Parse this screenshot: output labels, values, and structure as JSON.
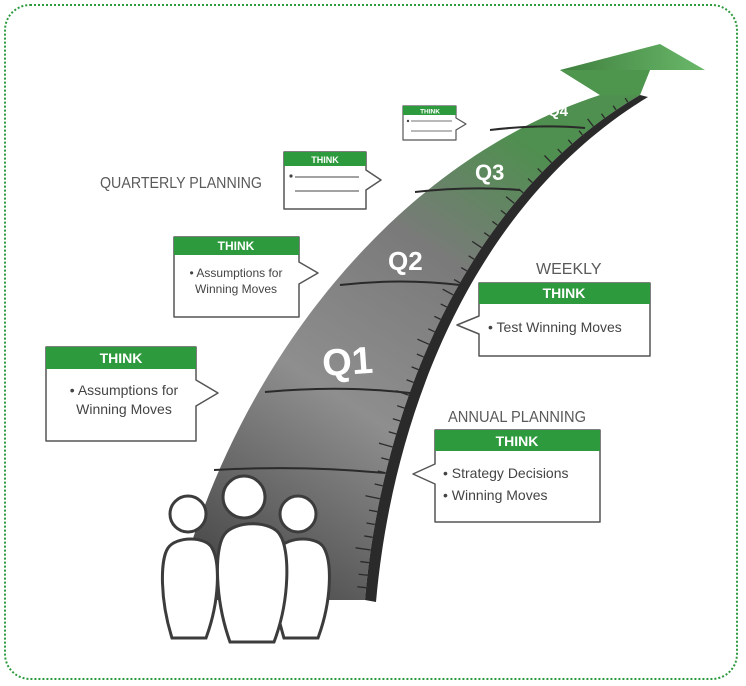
{
  "labels": {
    "quarterly": "QUARTERLY PLANNING",
    "weekly": "WEEKLY",
    "annual": "ANNUAL PLANNING"
  },
  "quarters": [
    "Q1",
    "Q2",
    "Q3",
    "Q4"
  ],
  "bubbles": [
    {
      "title": "THINK",
      "lines": [
        "• Assumptions for",
        "Winning Moves"
      ]
    },
    {
      "title": "THINK",
      "lines": [
        "• Assumptions for",
        "Winning Moves"
      ]
    },
    {
      "title": "THINK",
      "lines": []
    },
    {
      "title": "THINK",
      "lines": []
    },
    {
      "title": "THINK",
      "lines": [
        "• Test Winning Moves"
      ]
    },
    {
      "title": "THINK",
      "lines": [
        "• Strategy Decisions",
        "• Winning Moves"
      ]
    }
  ],
  "colors": {
    "accent_green": "#2e9a3e",
    "road_dark": "#3c3c3c",
    "road_light": "#a8a8a8",
    "arrow_green": "#5aa65a",
    "label_gray": "#5a5a5a"
  },
  "icons": [
    "people-group-icon",
    "road-arrow-icon"
  ]
}
